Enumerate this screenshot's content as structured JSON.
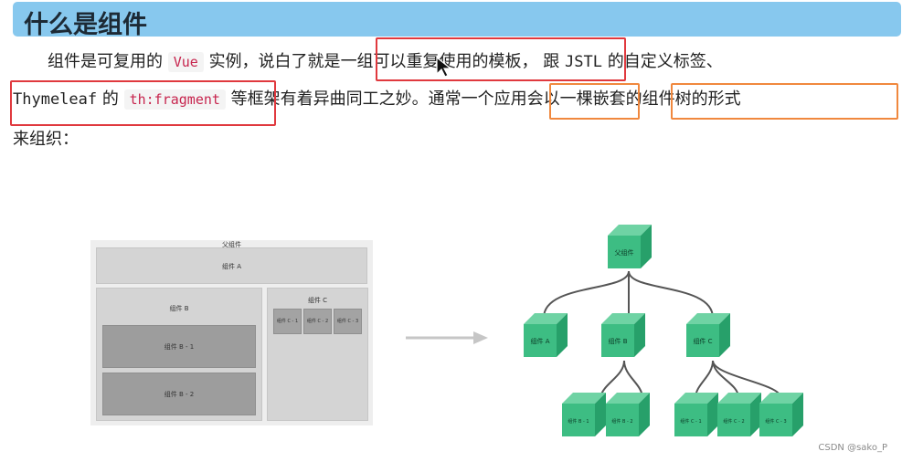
{
  "heading": "什么是组件",
  "para": {
    "l1_a": "组件是可复用的",
    "l1_code": "Vue",
    "l1_b": "实例，说白了就是",
    "l1_c": "一组可以重复使用的模板，",
    "l1_d": "跟",
    "l1_e": "JSTL",
    "l1_f": "的自定义标签、",
    "l2_a": "Thymeleaf",
    "l2_b": "的",
    "l2_code": "th:fragment",
    "l2_c": "等框架有着异曲同工之妙。通常",
    "l2_d": "一个应用",
    "l2_e": "会以",
    "l2_f": "一棵嵌套的组件树的形式",
    "l3": "来组织："
  },
  "left_diagram": {
    "parent_label": "父组件",
    "comp_a": "组件 A",
    "comp_b": "组件 B",
    "comp_c": "组件 C",
    "b1": "组件 B - 1",
    "b2": "组件 B - 2",
    "c1": "组件 C - 1",
    "c2": "组件 C - 2",
    "c3": "组件 C - 3"
  },
  "tree": {
    "root": "父组件",
    "level1": [
      "组件 A",
      "组件 B",
      "组件 C"
    ],
    "level2_b": [
      "组件 B - 1",
      "组件 B - 2"
    ],
    "level2_c": [
      "组件 C - 1",
      "组件 C - 2",
      "组件 C - 3"
    ]
  },
  "colors": {
    "cube_front": "#3dbd83",
    "cube_top": "#6fd3a4",
    "cube_side": "#27a06a",
    "highlight_red": "#e0393e",
    "highlight_orange": "#f0883e"
  },
  "watermark": "CSDN @sako_P"
}
